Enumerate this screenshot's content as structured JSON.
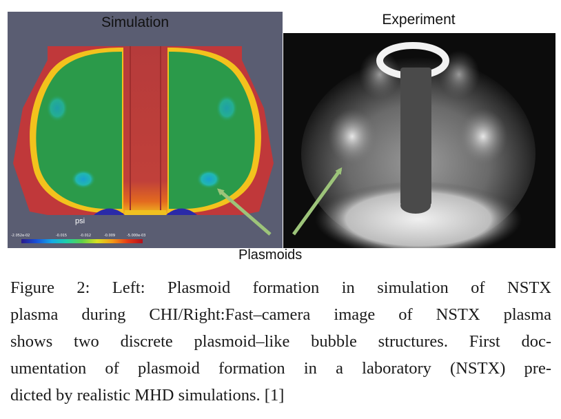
{
  "figure": {
    "left_panel": {
      "title": "Simulation",
      "field_label": "psi",
      "colorbar_ticks": [
        "-2.052e-02",
        "-0.015",
        "-0.012",
        "-0.009",
        "-5.000e-03"
      ],
      "colors": {
        "background": "#5a5d72",
        "outer": "#c0383a",
        "interior": "#2b9a4a",
        "low_psi": "#1fb8c8",
        "core": "#b83a3a"
      }
    },
    "right_panel": {
      "title": "Experiment"
    },
    "annotation": {
      "label": "Plasmoids",
      "arrow_color": "#9dc47a"
    }
  },
  "caption": {
    "lines": [
      "Figure 2:  Left:  Plasmoid formation in simulation of NSTX",
      "plasma during CHI/Right:Fast–camera image of NSTX plasma",
      "shows two discrete plasmoid–like bubble structures.  First doc-",
      "umentation of plasmoid formation in a laboratory (NSTX) pre-",
      "dicted by realistic MHD simulations. [1]"
    ]
  }
}
